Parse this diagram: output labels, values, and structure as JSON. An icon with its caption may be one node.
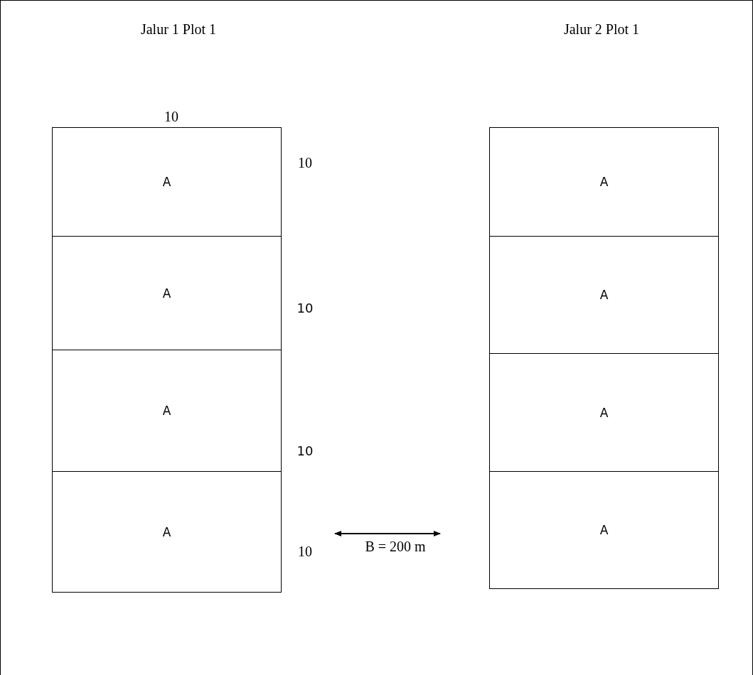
{
  "diagram": {
    "nodes": [
      {
        "text": [
          "A"
        ]
      },
      {
        "text": [
          "A"
        ]
      },
      {
        "text": [
          "A"
        ]
      },
      {
        "text": [
          "A"
        ]
      },
      {
        "text": [
          "A"
        ]
      },
      {
        "text": [
          "A"
        ]
      },
      {
        "text": [
          "A"
        ]
      },
      {
        "text": [
          "A"
        ]
      }
    ],
    "edges": [],
    "labels": [
      "Jalur 1 Plot 1",
      "Jalur 2 Plot 1",
      "10",
      "10",
      "10",
      "10",
      "10",
      "B = 200 m"
    ]
  }
}
